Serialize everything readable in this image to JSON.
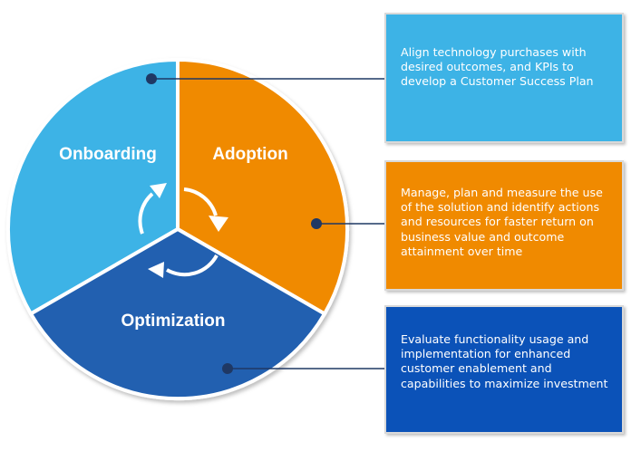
{
  "colors": {
    "onboarding": "#3db3e6",
    "adoption": "#f08a00",
    "optimization": "#2060b0",
    "card_onboarding": "#3db3e6",
    "card_adoption": "#f08a00",
    "card_optimization": "#0b52b8",
    "connector": "#1f3864"
  },
  "segments": [
    {
      "label": "Onboarding"
    },
    {
      "label": "Adoption"
    },
    {
      "label": "Optimization"
    }
  ],
  "cards": [
    {
      "text": "Align technology purchases with desired outcomes, and KPIs to develop a Customer Success Plan"
    },
    {
      "text": "Manage, plan and measure the use of the solution and identify actions and resources for faster return on business value and outcome attainment over time"
    },
    {
      "text": "Evaluate functionality usage and implementation for enhanced customer enablement and capabilities to maximize investment"
    }
  ],
  "icons": {
    "cycle": "circular-arrows-icon",
    "connector_dot": "dot-icon"
  }
}
